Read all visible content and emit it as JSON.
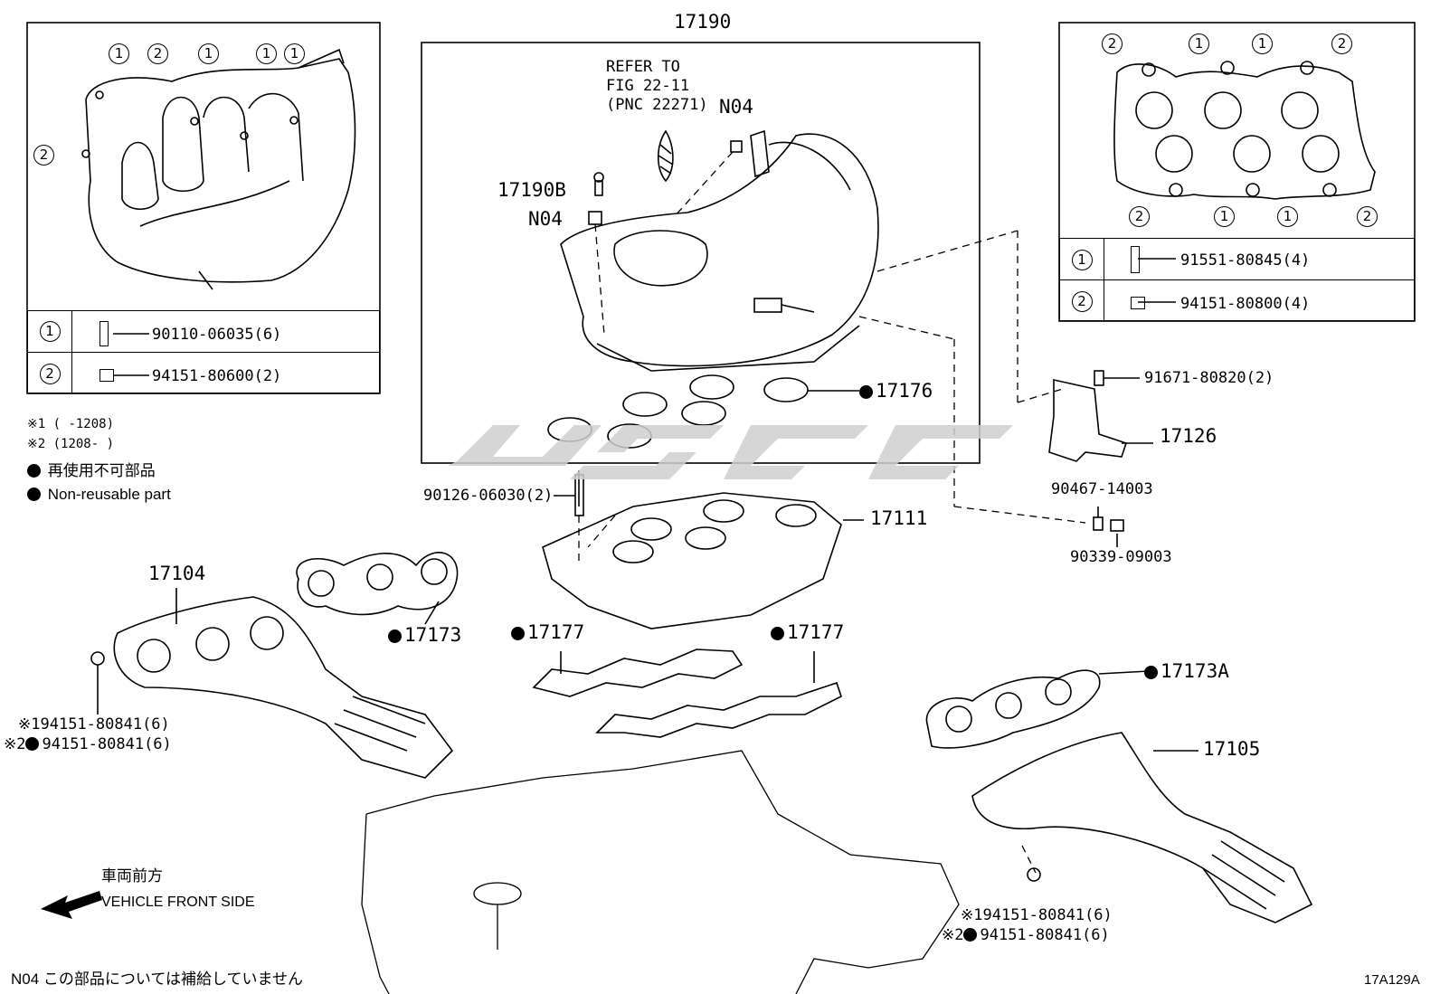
{
  "diagram": {
    "assembly_label": "17190",
    "refer_note": [
      "REFER TO",
      "FIG 22-11",
      "(PNC 22271)"
    ],
    "figure_id": "17A129A",
    "footer_note": "N04 この部品については補給していません",
    "legend": {
      "s1": "※1 (      -1208)",
      "s2": "※2 (1208-      )",
      "non_reusable_jp": "再使用不可部品",
      "non_reusable_en": "Non-reusable part"
    },
    "front_side": {
      "jp": "車両前方",
      "en": "VEHICLE FRONT SIDE"
    },
    "left_table": [
      {
        "key": "1",
        "part": "90110-06035(6)"
      },
      {
        "key": "2",
        "part": "94151-80600(2)"
      }
    ],
    "right_table": [
      {
        "key": "1",
        "part": "91551-80845(4)"
      },
      {
        "key": "2",
        "part": "94151-80800(4)"
      }
    ],
    "callouts": {
      "n04_top": "N04",
      "p17190b": "17190B",
      "n04_mid": "N04",
      "p17176": "17176",
      "p91671": "91671-80820(2)",
      "p17126": "17126",
      "p90467": "90467-14003",
      "p90339": "90339-09003",
      "p90126": "90126-06030(2)",
      "p17111": "17111",
      "p17104": "17104",
      "p17173": "17173",
      "p17177a": "17177",
      "p17177b": "17177",
      "p17173a": "17173A",
      "p17105": "17105",
      "nut_left_1": "94151-80841(6)",
      "nut_left_2": "94151-80841(6)",
      "nut_right_1": "94151-80841(6)",
      "nut_right_2": "94151-80841(6)",
      "mark1": "※1",
      "mark2": "※2"
    },
    "left_inset_keys": [
      "1",
      "2",
      "1",
      "1",
      "1",
      "2"
    ],
    "right_inset_keys": [
      "2",
      "1",
      "1",
      "2",
      "2",
      "1",
      "1",
      "2"
    ]
  }
}
